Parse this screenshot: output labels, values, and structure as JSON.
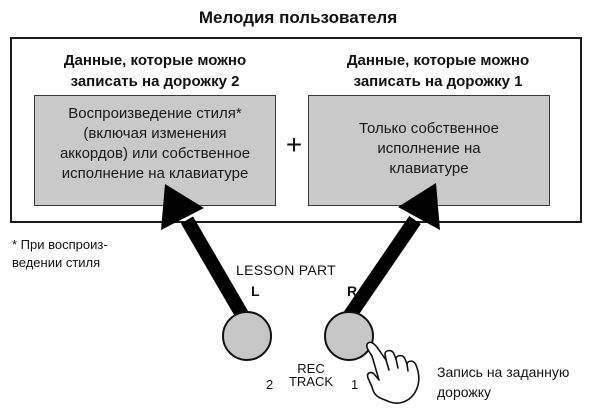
{
  "title": "Мелодия пользователя",
  "left_column": {
    "heading_line1": "Данные, которые можно",
    "heading_line2": "записать на дорожку 2",
    "box_line1": "Воспроизведение стиля*",
    "box_line2": "(включая изменения",
    "box_line3": "аккордов) или собственное",
    "box_line4": "исполнение на клавиатуре"
  },
  "right_column": {
    "heading_line1": "Данные, которые можно",
    "heading_line2": "записать на дорожку 1",
    "box_line1": "Только собственное",
    "box_line2": "исполнение на",
    "box_line3": "клавиатуре"
  },
  "plus_sign": "+",
  "footnote": {
    "line1": "* При воспроиз-",
    "line2": "ведении стиля"
  },
  "lesson_part_label": "LESSON PART",
  "left_button_letter": "L",
  "right_button_letter": "R",
  "rec_track": {
    "line1": "REC",
    "line2": "TRACK"
  },
  "track_numbers": {
    "left": "2",
    "right": "1"
  },
  "caption": {
    "line1": "Запись на заданную",
    "line2": "дорожку"
  },
  "colors": {
    "box_fill": "#c9c9c9",
    "button_fill": "#c6c6c6",
    "arrow": "#000000"
  }
}
